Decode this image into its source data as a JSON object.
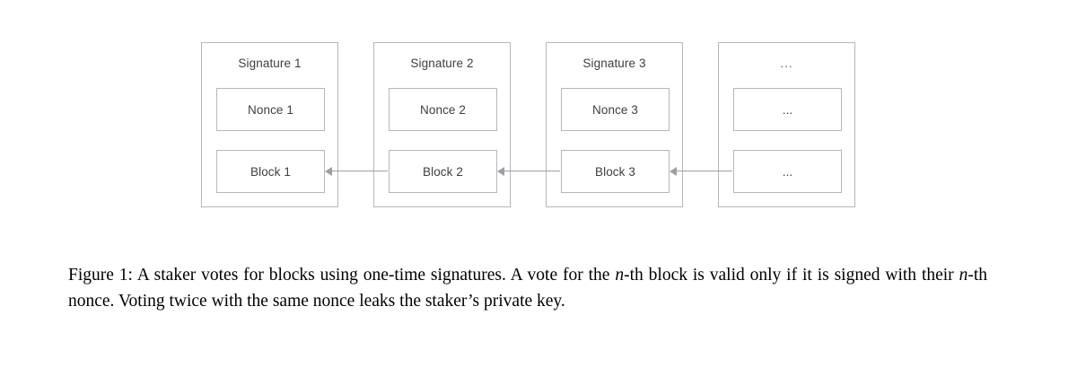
{
  "figure": {
    "blocks": [
      {
        "signature_label": "Signature 1",
        "nonce_label": "Nonce 1",
        "block_label": "Block 1"
      },
      {
        "signature_label": "Signature 2",
        "nonce_label": "Nonce 2",
        "block_label": "Block 2"
      },
      {
        "signature_label": "Signature 3",
        "nonce_label": "Nonce 3",
        "block_label": "Block 3"
      },
      {
        "signature_label": "...",
        "nonce_label": "...",
        "block_label": "..."
      }
    ],
    "arrows": [
      {
        "from": "Block 2",
        "to": "Block 1",
        "direction": "left"
      },
      {
        "from": "Block 3",
        "to": "Block 2",
        "direction": "left"
      },
      {
        "from": "...",
        "to": "Block 3",
        "direction": "left"
      }
    ],
    "colors": {
      "border": "#b7b7b7",
      "text": "#3c4043",
      "arrow": "#9aa0a6",
      "background": "#ffffff"
    }
  },
  "caption": {
    "label": "Figure 1:",
    "text_part_1": " A staker votes for blocks using one-time signatures. A vote for the ",
    "var_1": "n",
    "text_part_2": "-th block is valid only if it is signed with their ",
    "var_2": "n",
    "text_part_3": "-th nonce. Voting twice with the same nonce leaks the staker’s private key.",
    "full_text": "Figure 1: A staker votes for blocks using one-time signatures. A vote for the n-th block is valid only if it is signed with their n-th nonce. Voting twice with the same nonce leaks the staker’s private key."
  }
}
